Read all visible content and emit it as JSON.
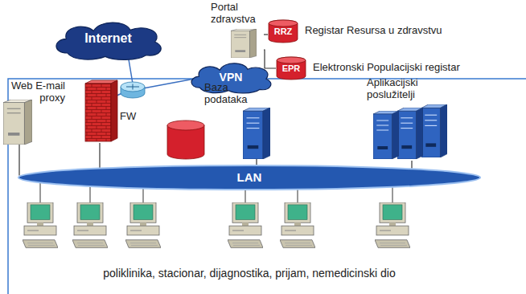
{
  "diagram": {
    "nodes": [
      {
        "text": [
          "Internet"
        ]
      },
      {
        "text": [
          "Portal zdravstva"
        ]
      },
      {
        "text": [
          "RRZ",
          "Registar Resursa u zdravstvu"
        ]
      },
      {
        "text": [
          "VPN"
        ]
      },
      {
        "text": [
          "EPR",
          "Elektronski Populacijski registar"
        ]
      },
      {
        "text": [
          "Web E-mail proxy"
        ]
      },
      {
        "text": [
          "FW"
        ]
      },
      {
        "text": [
          "Baza podataka"
        ]
      },
      {
        "text": [
          "Aplikacijski poslužitelji"
        ]
      },
      {
        "text": [
          "LAN"
        ]
      }
    ],
    "edges": [
      {
        "from": 1,
        "to": 2,
        "arrow": "none"
      },
      {
        "from": 1,
        "to": 4,
        "arrow": "none"
      },
      {
        "from": 5,
        "to": 9,
        "arrow": "none"
      },
      {
        "from": 6,
        "to": 9,
        "arrow": "none"
      },
      {
        "from": 7,
        "to": 9,
        "arrow": "none"
      },
      {
        "from": 8,
        "to": 9,
        "arrow": "none"
      }
    ],
    "labels": [
      "poliklinika, stacionar, dijagnostika, prijam, nemedicinski dio"
    ]
  }
}
